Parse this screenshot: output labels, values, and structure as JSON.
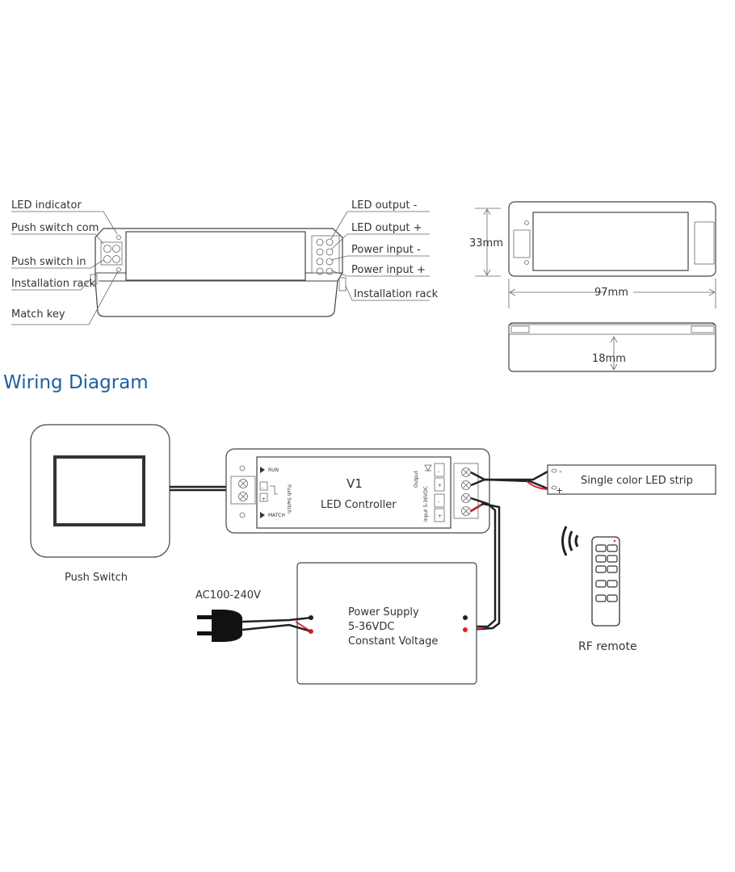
{
  "top_left_labels": {
    "led_indicator": "LED indicator",
    "push_switch_com": "Push switch com",
    "push_switch_in": "Push switch in",
    "installation_rack_left": "Installation rack",
    "match_key": "Match key"
  },
  "top_right_labels": {
    "led_output_minus": "LED output -",
    "led_output_plus": "LED output +",
    "power_input_minus": "Power input -",
    "power_input_plus": "Power input +",
    "installation_rack_right": "Installation rack"
  },
  "dimensions": {
    "height": "33mm",
    "length": "97mm",
    "depth": "18mm"
  },
  "wiring": {
    "title": "Wiring Diagram",
    "push_switch": "Push Switch",
    "controller_model": "V1",
    "controller_name": "LED Controller",
    "run": "RUN",
    "match": "MATCH",
    "push_switch_small": "Push Switch",
    "output_small": "Output",
    "input_small": "Input 5-36VDC",
    "led_strip": "Single color LED strip",
    "ac_voltage": "AC100-240V",
    "psu_line1": "Power Supply",
    "psu_line2": "5-36VDC",
    "psu_line3": "Constant Voltage",
    "rf_remote": "RF remote",
    "minus": "-",
    "plus": "+"
  },
  "colors": {
    "title": "#1f5fa0",
    "wire_red": "#e0202a",
    "wire_black": "#222222"
  }
}
